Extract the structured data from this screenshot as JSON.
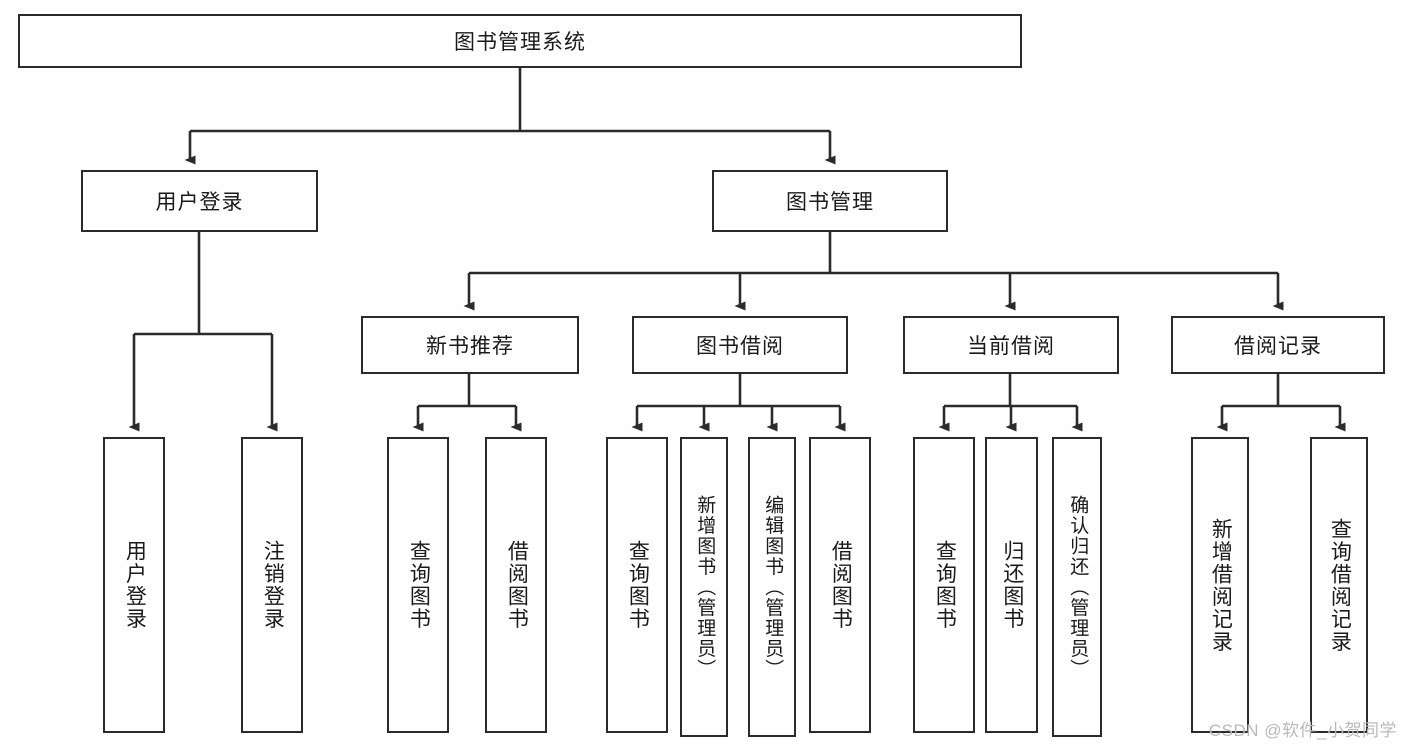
{
  "diagram": {
    "title": "图书管理系统",
    "type": "tree-hierarchy-chart",
    "colors": {
      "box_border": "#2b2b2b",
      "box_fill": "#ffffff",
      "connector": "#2b2b2b",
      "watermark": "#b9b9b9",
      "background": "#ffffff"
    },
    "root": {
      "label": "图书管理系统"
    },
    "level2": [
      {
        "label": "用户登录"
      },
      {
        "label": "图书管理"
      }
    ],
    "level3": [
      {
        "label": "新书推荐"
      },
      {
        "label": "图书借阅"
      },
      {
        "label": "当前借阅"
      },
      {
        "label": "借阅记录"
      }
    ],
    "leaves": {
      "user_login": [
        {
          "label": "用户登录"
        },
        {
          "label": "注销登录"
        }
      ],
      "new_book_recommend": [
        {
          "label": "查询图书"
        },
        {
          "label": "借阅图书"
        }
      ],
      "book_borrow": [
        {
          "label": "查询图书"
        },
        {
          "label": "新增图书（管理员）"
        },
        {
          "label": "编辑图书（管理员）"
        },
        {
          "label": "借阅图书"
        }
      ],
      "current_borrow": [
        {
          "label": "查询图书"
        },
        {
          "label": "归还图书"
        },
        {
          "label": "确认归还（管理员）"
        }
      ],
      "borrow_record": [
        {
          "label": "新增借阅记录"
        },
        {
          "label": "查询借阅记录"
        }
      ]
    }
  },
  "watermark": {
    "text": "CSDN @软件_小贺同学"
  }
}
